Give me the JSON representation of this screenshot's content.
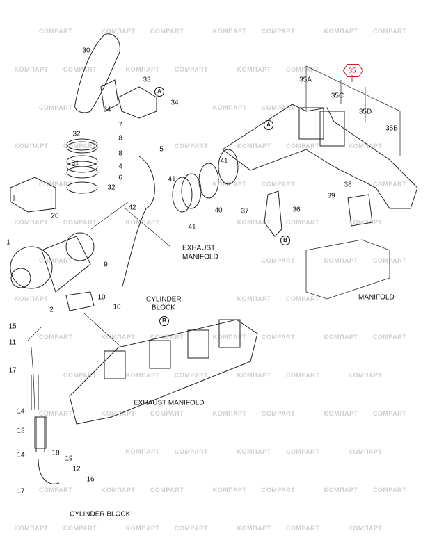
{
  "watermark": {
    "left": "KOMПАРТ",
    "right": "COMPART"
  },
  "highlight_color": "#cc2222",
  "callouts": [
    {
      "id": "30"
    },
    {
      "id": "33"
    },
    {
      "id": "34"
    },
    {
      "id": "34"
    },
    {
      "id": "7"
    },
    {
      "id": "32"
    },
    {
      "id": "8"
    },
    {
      "id": "5"
    },
    {
      "id": "8"
    },
    {
      "id": "31"
    },
    {
      "id": "4"
    },
    {
      "id": "32"
    },
    {
      "id": "6"
    },
    {
      "id": "3"
    },
    {
      "id": "20"
    },
    {
      "id": "42"
    },
    {
      "id": "1"
    },
    {
      "id": "9"
    },
    {
      "id": "10"
    },
    {
      "id": "10"
    },
    {
      "id": "2"
    },
    {
      "id": "15"
    },
    {
      "id": "11"
    },
    {
      "id": "17"
    },
    {
      "id": "14"
    },
    {
      "id": "13"
    },
    {
      "id": "14"
    },
    {
      "id": "18"
    },
    {
      "id": "19"
    },
    {
      "id": "12"
    },
    {
      "id": "16"
    },
    {
      "id": "17"
    },
    {
      "id": "41"
    },
    {
      "id": "41"
    },
    {
      "id": "40"
    },
    {
      "id": "41"
    },
    {
      "id": "36"
    },
    {
      "id": "37"
    },
    {
      "id": "38"
    },
    {
      "id": "39"
    },
    {
      "id": "35A"
    },
    {
      "id": "35C"
    },
    {
      "id": "35D"
    },
    {
      "id": "35B"
    }
  ],
  "highlighted_part": "35",
  "ref_marks": {
    "a": "A",
    "b": "B"
  },
  "captions": {
    "exhaust_manifold_top": "EXHAUST\nMANIFOLD",
    "exhaust_manifold_top_1": "EXHAUST",
    "exhaust_manifold_top_2": "MANIFOLD",
    "cylinder_block_mid_1": "CYLINDER",
    "cylinder_block_mid_2": "BLOCK",
    "exhaust_manifold": "EXHAUST MANIFOLD",
    "manifold": "MANIFOLD",
    "cylinder_block_bottom": "CYLINDER BLOCK"
  }
}
